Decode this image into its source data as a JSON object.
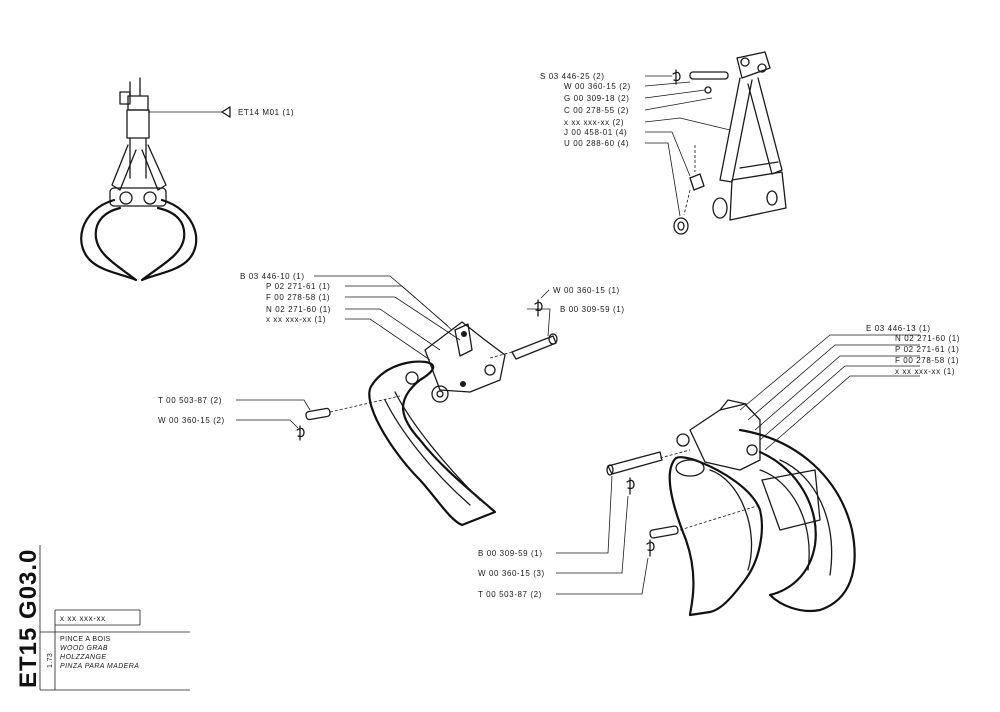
{
  "sheet": {
    "code": "ET15 G03.0",
    "date": "1.73",
    "part_ref": "x xx xxx-xx",
    "title_fr": "PINCE A BOIS",
    "title_en": "WOOD GRAB",
    "title_de": "HOLZZANGE",
    "title_es": "PINZA PARA MADERA"
  },
  "callouts": {
    "grab_overview": {
      "ref": "ET14 M01 (1)"
    },
    "bracket": [
      "S 03 446-25 (2)",
      "W 00 360-15 (2)",
      "G 00 309-18 (2)",
      "C 00 278-55 (2)",
      "x xx xxx-xx (2)",
      "J 00 458-01 (4)",
      "U 00 288-60 (4)"
    ],
    "left_jaw": [
      "B 03 446-10 (1)",
      "P 02 271-61 (1)",
      "F 00 278-58 (1)",
      "N 02 271-60 (1)",
      "x xx xxx-xx (1)"
    ],
    "left_jaw_pin": [
      "W 00 360-15 (1)",
      "B 00 309-59 (1)"
    ],
    "left_jaw_bolt": [
      "T 00 503-87 (2)",
      "W 00 360-15 (2)"
    ],
    "right_jaw": [
      "E 03 446-13 (1)",
      "N 02 271-60 (1)",
      "P 02 271-61 (1)",
      "F 00 278-58 (1)",
      "x xx xxx-xx (1)"
    ],
    "right_jaw_bottom": [
      "B 00 309-59 (1)",
      "W 00 360-15 (3)",
      "T 00 503-87 (2)"
    ]
  }
}
